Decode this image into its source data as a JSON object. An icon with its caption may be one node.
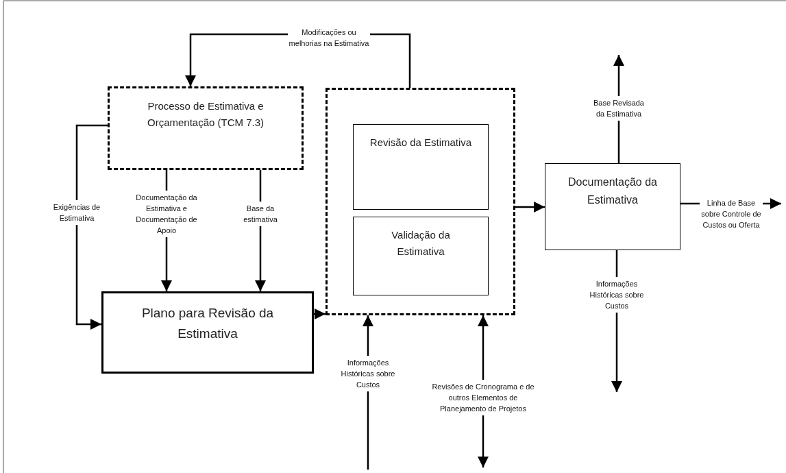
{
  "diagram": {
    "nodes": [
      {
        "text": [
          "Processo de Estimativa e Orçamentação (TCM 7.3)"
        ]
      },
      {
        "text": [],
        "shape": "box"
      },
      {
        "text": [
          "Revisão da Estimativa"
        ],
        "in": 1
      },
      {
        "text": [
          "Validação da Estimativa"
        ],
        "in": 1
      },
      {
        "text": [
          "Plano para Revisão da Estimativa"
        ]
      },
      {
        "text": [
          "Documentação da Estimativa"
        ]
      }
    ],
    "edges": [
      {
        "from": 1,
        "to": 0,
        "arrow": "to",
        "label": "Modificações ou melhorias na Estimativa"
      },
      {
        "from": 0,
        "to": 4,
        "arrow": "to",
        "label": "Exigências de Estimativa"
      },
      {
        "from": 0,
        "to": 4,
        "arrow": "to",
        "label": "Documentação da Estimativa e Documentação de Apoio"
      },
      {
        "from": 0,
        "to": 4,
        "arrow": "to",
        "label": "Base da estimativa"
      },
      {
        "from": 4,
        "to": 1,
        "arrow": "to"
      },
      {
        "from": 1,
        "to": 5,
        "arrow": "to"
      },
      {
        "from": 5,
        "to": null,
        "arrow": "to",
        "label": "Base Revisada da Estimativa"
      },
      {
        "from": 5,
        "to": null,
        "arrow": "to",
        "label": "Linha de Base sobre Controle de Custos ou Oferta"
      },
      {
        "from": 5,
        "to": null,
        "arrow": "to",
        "label": "Informações Históricas sobre Custos"
      },
      {
        "from": null,
        "to": 1,
        "arrow": "to",
        "label": "Informações Históricas sobre Custos"
      },
      {
        "from": 1,
        "to": null,
        "arrow": "both",
        "label": "Revisões de Cronograma e de outros Elementos de Planejamento de Projetos"
      }
    ]
  }
}
